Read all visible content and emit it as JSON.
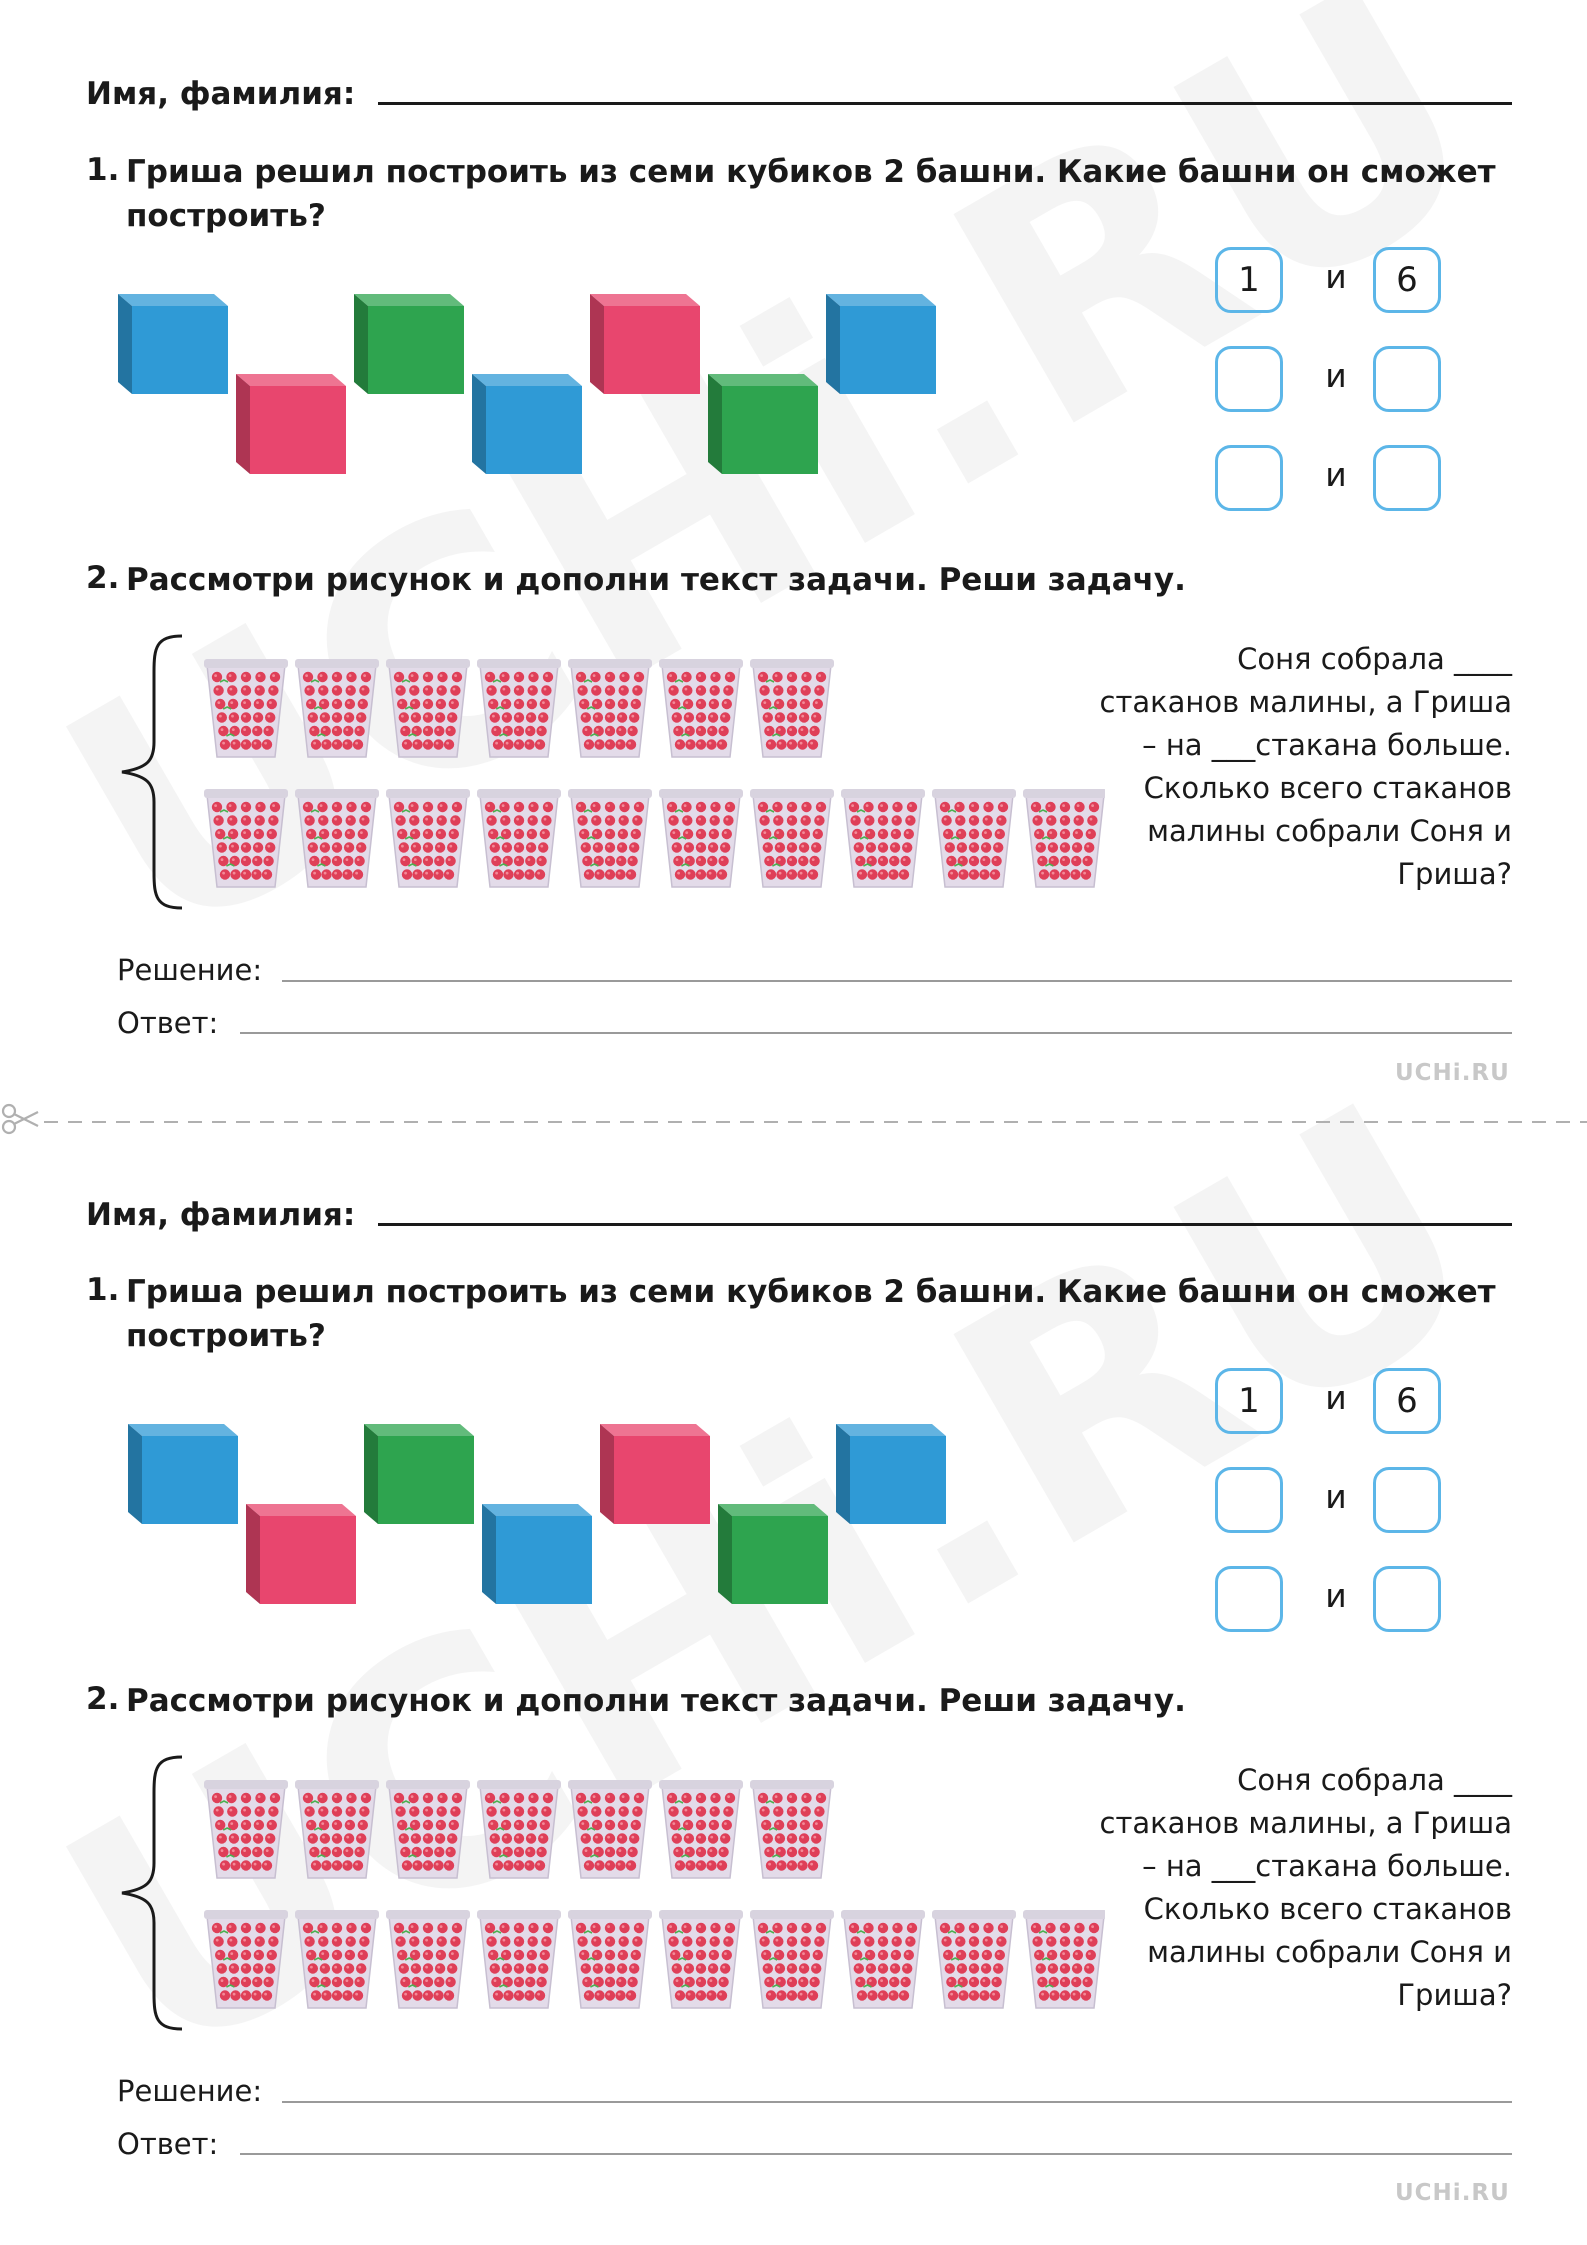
{
  "header": {
    "name_label": "Имя, фамилия:"
  },
  "task1": {
    "number": "1.",
    "text_line1": "Гриша решил построить из семи кубиков 2 башни. Какие башни он сможет",
    "text_line2": "построить?",
    "pairs": [
      {
        "left": "1",
        "and": "и",
        "right": "6"
      },
      {
        "left": "",
        "and": "и",
        "right": ""
      },
      {
        "left": "",
        "and": "и",
        "right": ""
      }
    ],
    "cube_colors": [
      "#2f9ad6",
      "#e8466e",
      "#2ea44f",
      "#2f9ad6",
      "#e8466e",
      "#2ea44f",
      "#2f9ad6"
    ]
  },
  "task2": {
    "number": "2.",
    "text": "Рассмотри рисунок и дополни текст задачи. Реши задачу.",
    "row1_count": 7,
    "row2_count": 10,
    "problem_lines": [
      "Соня собрала ____",
      "стаканов малины, а Гриша",
      "– на ___стакана больше.",
      "Сколько всего стаканов",
      "малины собрали Соня и",
      "Гриша?"
    ],
    "solution_label": "Решение:",
    "answer_label": "Ответ:"
  },
  "brand": "UCHi.RU",
  "watermark": "UCHi.RU",
  "colors": {
    "box_border": "#5cb6e8",
    "cut_line": "#b0b0b0"
  }
}
